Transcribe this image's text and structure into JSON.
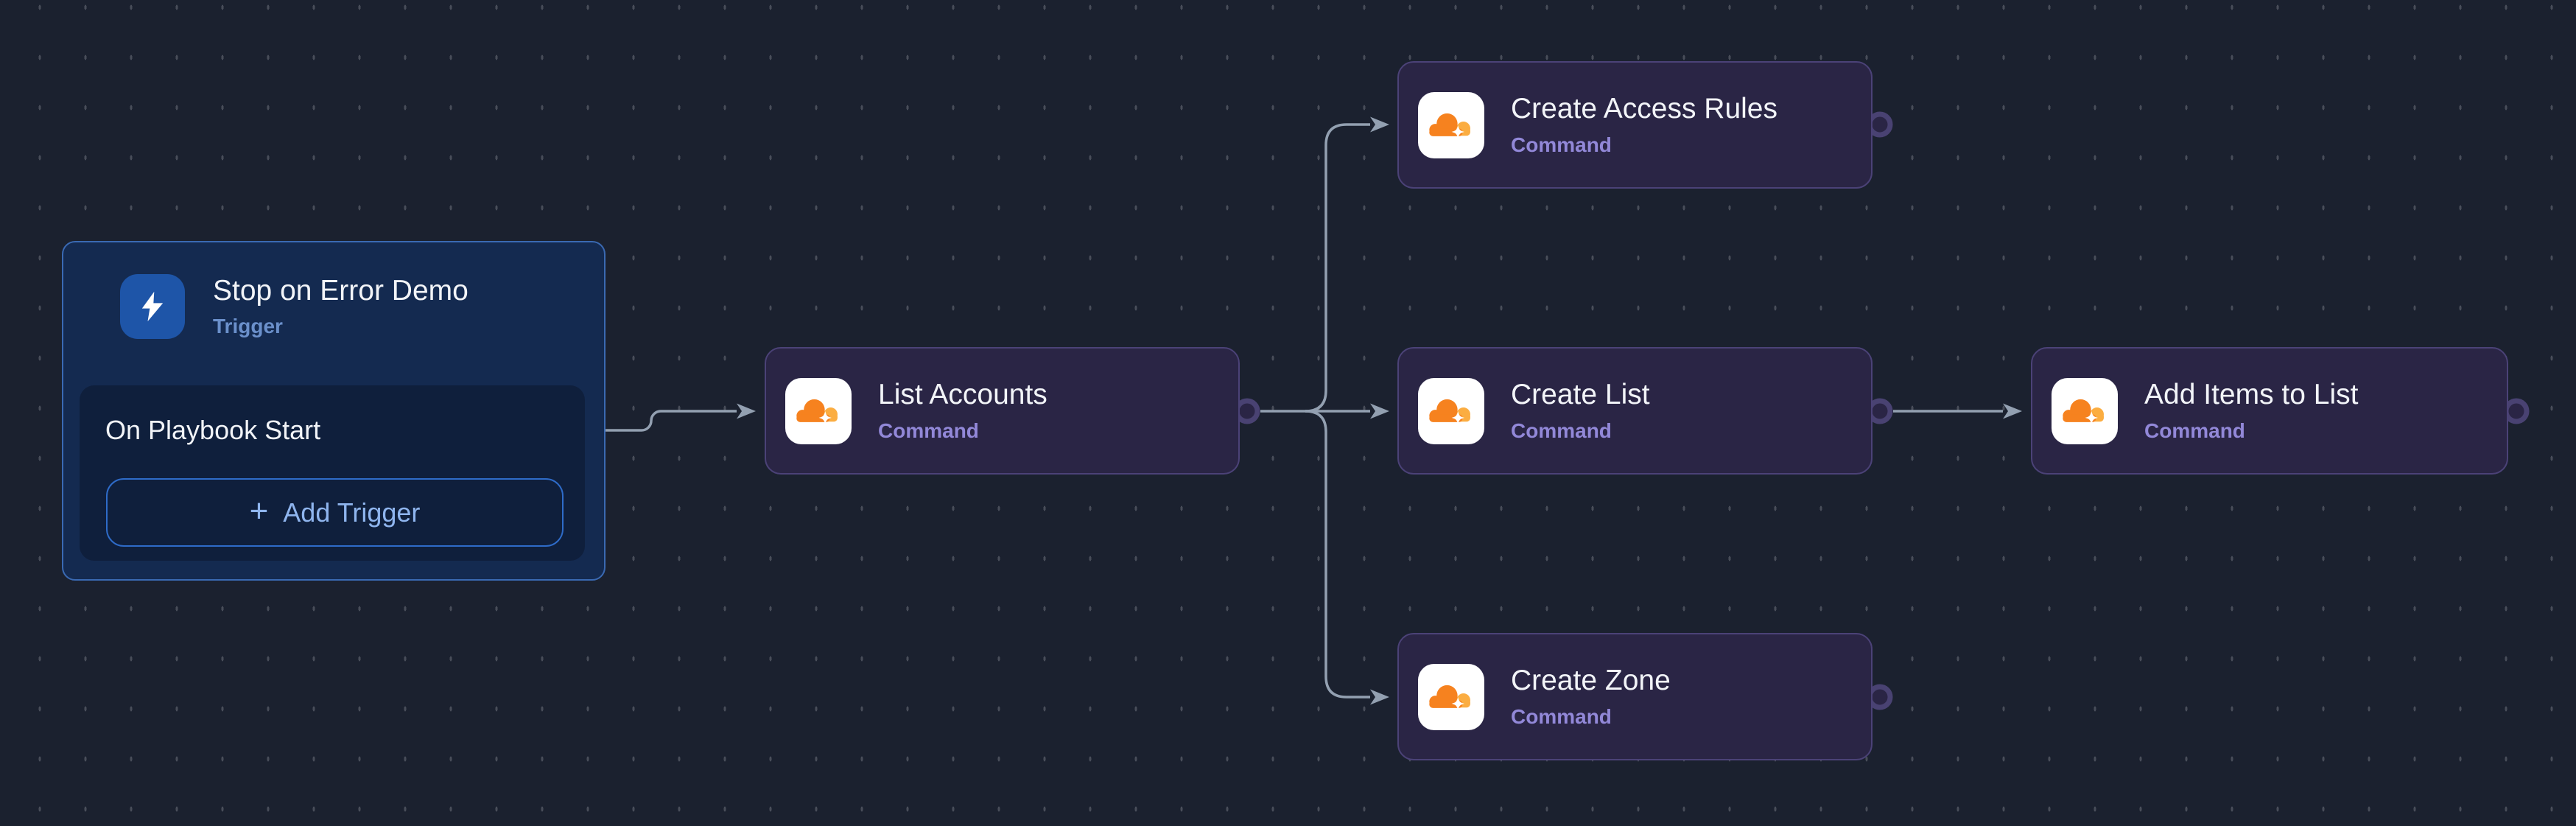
{
  "canvas": {
    "background_color": "#1b212f",
    "grid_dot_color": "#484d59",
    "edge_color": "#93a0b1"
  },
  "trigger_node": {
    "title": "Stop on Error Demo",
    "type_label": "Trigger",
    "event_label": "On Playbook Start",
    "plus_glyph": "+",
    "add_trigger_label": "Add Trigger",
    "icon": "lightning-bolt-icon",
    "accent_color": "#1e55a8",
    "border_color": "#3a69b2",
    "background_color": "#142a50"
  },
  "command_nodes": [
    {
      "id": "list-accounts",
      "title": "List Accounts",
      "type_label": "Command",
      "icon": "cloudflare-icon"
    },
    {
      "id": "create-access-rules",
      "title": "Create Access Rules",
      "type_label": "Command",
      "icon": "cloudflare-icon"
    },
    {
      "id": "create-list",
      "title": "Create List",
      "type_label": "Command",
      "icon": "cloudflare-icon"
    },
    {
      "id": "create-zone",
      "title": "Create Zone",
      "type_label": "Command",
      "icon": "cloudflare-icon"
    },
    {
      "id": "add-items-to-list",
      "title": "Add Items to List",
      "type_label": "Command",
      "icon": "cloudflare-icon"
    }
  ],
  "edges": [
    {
      "from": "on-playbook-start",
      "to": "list-accounts"
    },
    {
      "from": "list-accounts",
      "to": "create-access-rules"
    },
    {
      "from": "list-accounts",
      "to": "create-list"
    },
    {
      "from": "list-accounts",
      "to": "create-zone"
    },
    {
      "from": "create-list",
      "to": "add-items-to-list"
    }
  ],
  "colors": {
    "command_node_bg": "#2a2545",
    "command_node_border": "#4b4277",
    "command_label": "#9288d8",
    "trigger_label": "#6b90cb",
    "title_text": "#f2f4f8",
    "add_trigger_text": "#8fb5ee",
    "add_trigger_border": "#2e6bc8",
    "port_ring": "#494272",
    "cloudflare_orange": "#F6821F",
    "cloudflare_light_orange": "#FBAD41"
  }
}
